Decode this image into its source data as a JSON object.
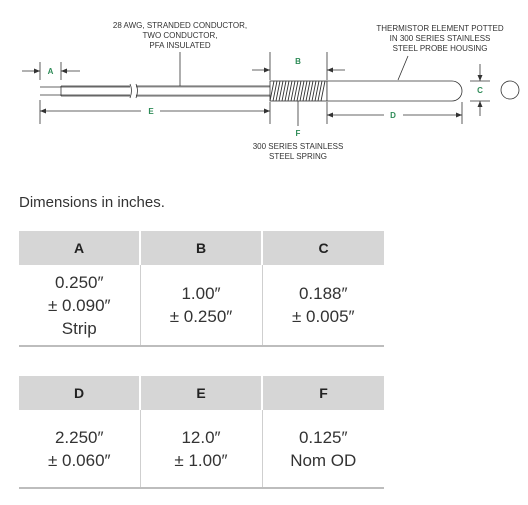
{
  "diagram": {
    "labels": {
      "conductor": [
        "28 AWG, STRANDED CONDUCTOR,",
        "TWO CONDUCTOR,",
        "PFA INSULATED"
      ],
      "thermistor": [
        "THERMISTOR ELEMENT POTTED",
        "IN 300 SERIES STAINLESS",
        "STEEL PROBE HOUSING"
      ],
      "spring": [
        "300 SERIES STAINLESS",
        "STEEL SPRING"
      ]
    },
    "dim_letters": {
      "a": "A",
      "b": "B",
      "c": "C",
      "d": "D",
      "e": "E",
      "f": "F"
    }
  },
  "note": "Dimensions in inches.",
  "table1": {
    "headers": [
      "A",
      "B",
      "C"
    ],
    "cells": [
      [
        "0.250″",
        "± 0.090″",
        "Strip"
      ],
      [
        "1.00″",
        "± 0.250″"
      ],
      [
        "0.188″",
        "± 0.005″"
      ]
    ]
  },
  "table2": {
    "headers": [
      "D",
      "E",
      "F"
    ],
    "cells": [
      [
        "2.250″",
        "± 0.060″"
      ],
      [
        "12.0″",
        "± 1.00″"
      ],
      [
        "0.125″",
        "Nom OD"
      ]
    ]
  }
}
